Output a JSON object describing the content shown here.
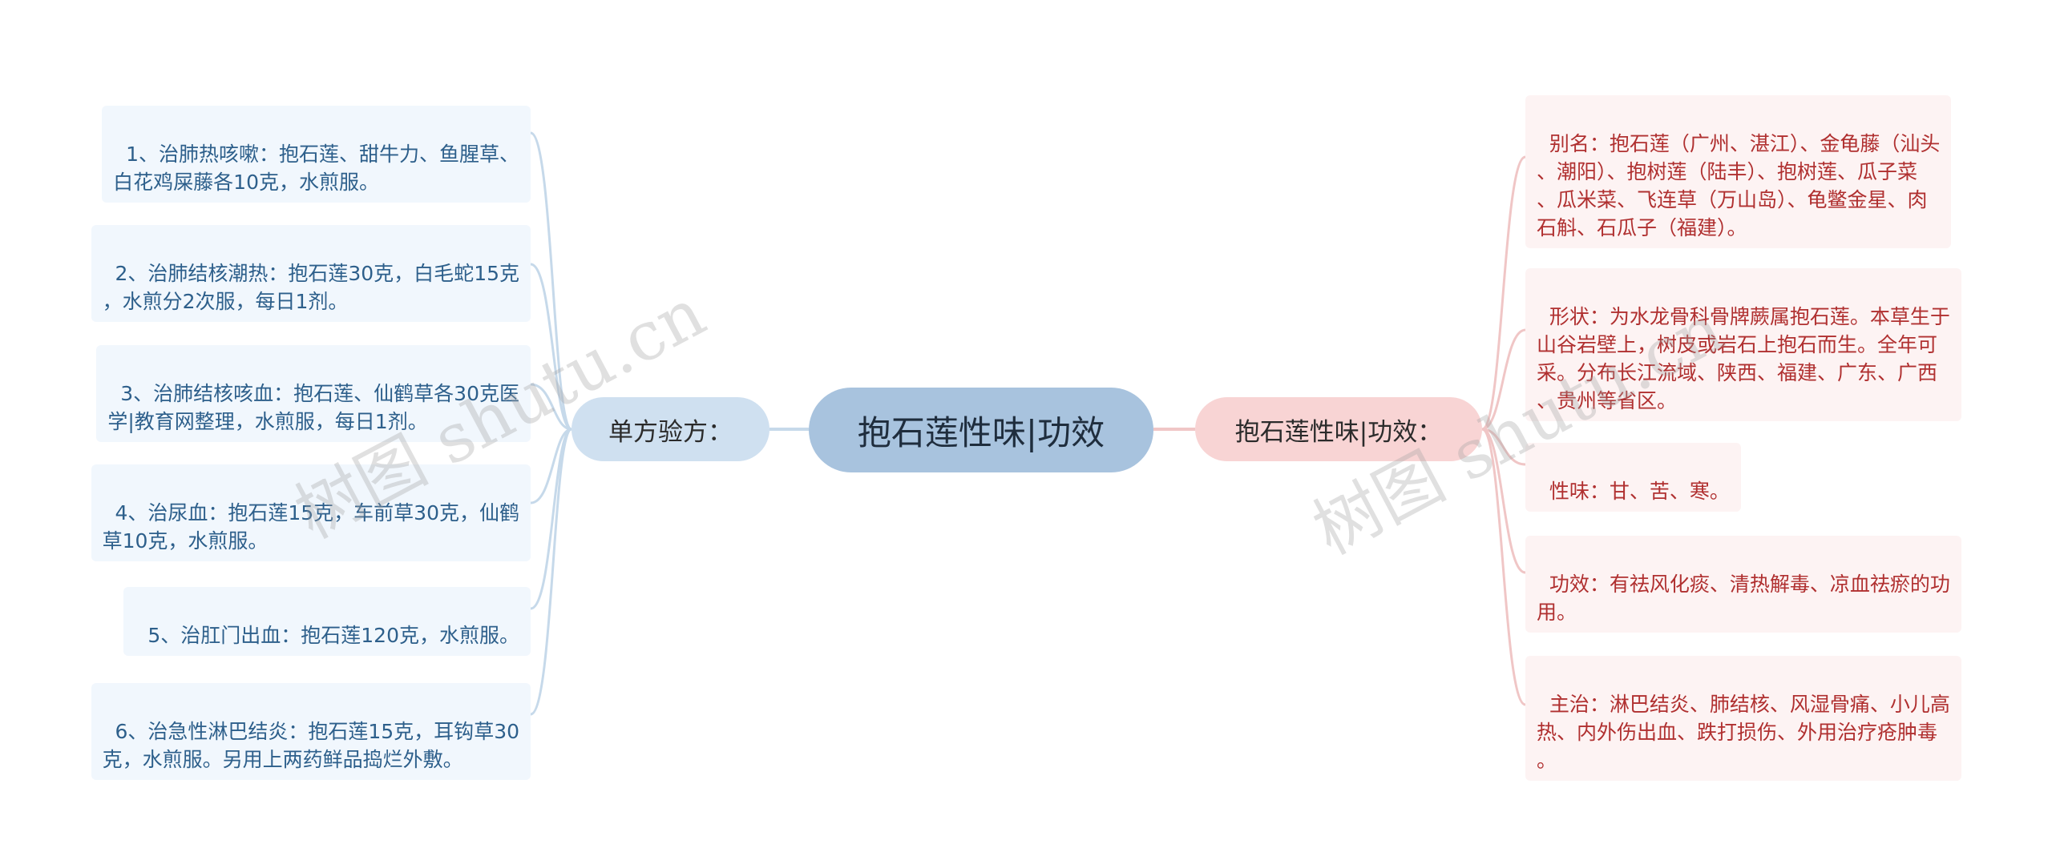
{
  "center": {
    "label": "抱石莲性味|功效"
  },
  "left_branch": {
    "label": "单方验方：",
    "items": [
      {
        "text": "1、治肺热咳嗽：抱石莲、甜牛力、鱼腥草、\n白花鸡屎藤各10克，水煎服。"
      },
      {
        "text": "2、治肺结核潮热：抱石莲30克，白毛蛇15克\n，水煎分2次服，每日1剂。"
      },
      {
        "text": "3、治肺结核咳血：抱石莲、仙鹤草各30克医\n学|教育网整理，水煎服，每日1剂。"
      },
      {
        "text": "4、治尿血：抱石莲15克，车前草30克，仙鹤\n草10克，水煎服。"
      },
      {
        "text": "5、治肛门出血：抱石莲120克，水煎服。"
      },
      {
        "text": "6、治急性淋巴结炎：抱石莲15克，耳钩草30\n克，水煎服。另用上两药鲜品捣烂外敷。"
      }
    ]
  },
  "right_branch": {
    "label": "抱石莲性味|功效：",
    "items": [
      {
        "text": "别名：抱石莲（广州、湛江）、金龟藤（汕头\n、潮阳）、抱树莲（陆丰）、抱树莲、瓜子菜\n、瓜米菜、飞连草（万山岛）、龟鳖金星、肉\n石斛、石瓜子（福建）。"
      },
      {
        "text": "形状：为水龙骨科骨牌蕨属抱石莲。本草生于\n山谷岩壁上，树皮或岩石上抱石而生。全年可\n采。分布长江流域、陕西、福建、广东、广西\n、贵州等省区。"
      },
      {
        "text": "性味：甘、苦、寒。"
      },
      {
        "text": "功效：有祛风化痰、清热解毒、凉血祛瘀的功\n用。"
      },
      {
        "text": "主治：淋巴结炎、肺结核、风湿骨痛、小儿高\n热、内外伤出血、跌打损伤、外用治疗疮肿毒\n。"
      }
    ]
  },
  "watermark": {
    "text": "树图 shutu.cn"
  },
  "colors": {
    "center_fill": "#a8c3de",
    "left_branch_fill": "#cfe0f0",
    "right_branch_fill": "#f8d4d4",
    "left_text": "#2d5f8b",
    "right_text": "#b03030",
    "left_connector": "#c6d9ea",
    "right_connector": "#f0c6c6"
  }
}
